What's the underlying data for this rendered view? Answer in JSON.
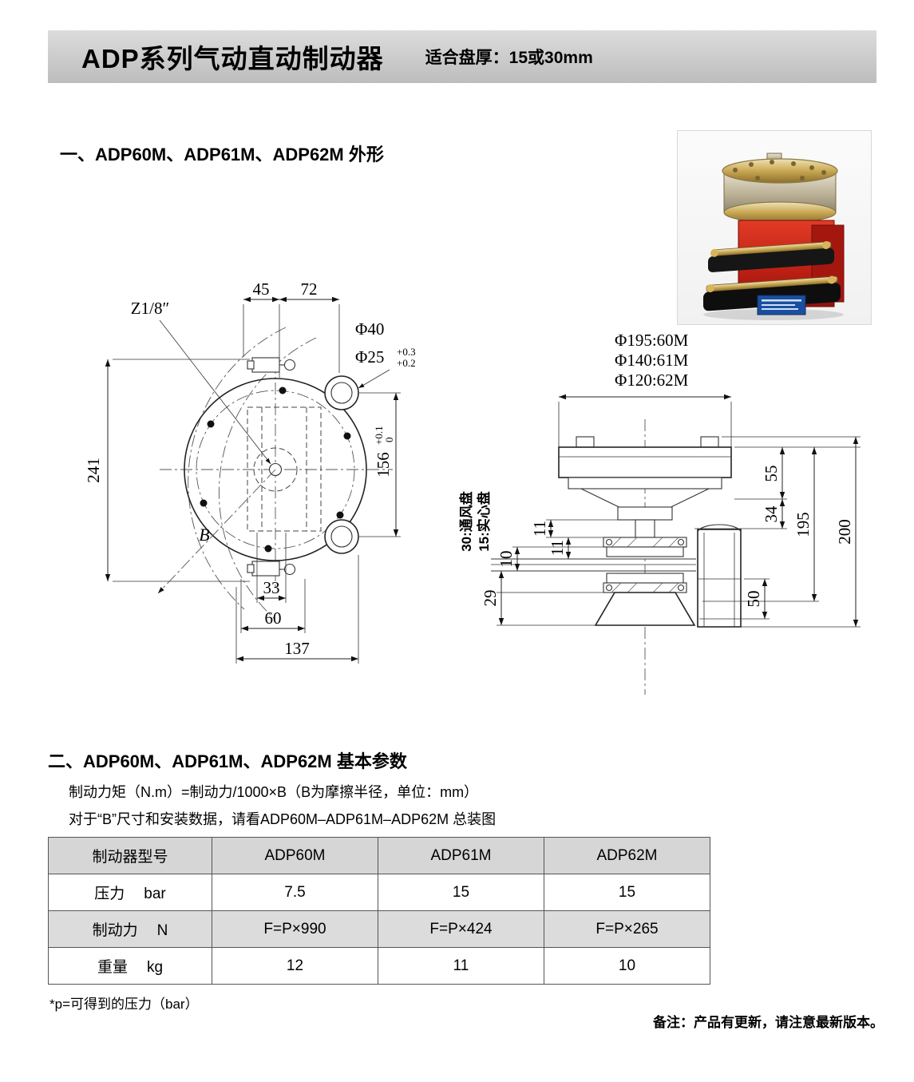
{
  "colors": {
    "brand_red": "#c02318",
    "header_bar_gray": "#cccccc",
    "table_header_gray": "#d6d6d6",
    "table_alt_gray": "#dcdcdc"
  },
  "header": {
    "title": "ADP系列气动直动制动器",
    "subtitle": "适合盘厚：15或30mm"
  },
  "section1": {
    "heading": "一、ADP60M、ADP61M、ADP62M 外形"
  },
  "front_view": {
    "dims": {
      "d45": "45",
      "d72": "72",
      "thread": "Z1/8″",
      "phi40": "Φ40",
      "phi25": "Φ25",
      "t25_u": "+0.3",
      "t25_l": "+0.2",
      "d241": "241",
      "dB": "B",
      "d156": "156",
      "t156_u": "+0.1",
      "t156_l": "0",
      "d33": "33",
      "d60": "60",
      "d137": "137"
    }
  },
  "side_view": {
    "phi195": "Φ195:60M",
    "phi140": "Φ140:61M",
    "phi120": "Φ120:62M",
    "note30": "30:通风盘",
    "note15": "15:实心盘",
    "d55": "55",
    "d34": "34",
    "d195": "195",
    "d200": "200",
    "d50": "50",
    "d11a": "11",
    "d11b": "11",
    "d10": "10",
    "d29": "29"
  },
  "section2": {
    "heading": "二、ADP60M、ADP61M、ADP62M 基本参数",
    "formula": "制动力矩（N.m）=制动力/1000×B（B为摩擦半径，单位：mm）",
    "note": "对于“B”尺寸和安装数据，请看ADP60M–ADP61M–ADP62M 总装图"
  },
  "table": {
    "headers": [
      "制动器型号",
      "ADP60M",
      "ADP61M",
      "ADP62M"
    ],
    "rows": [
      {
        "label": "压力",
        "unit": "bar",
        "values": [
          "7.5",
          "15",
          "15"
        ]
      },
      {
        "label": "制动力",
        "unit": "N",
        "values": [
          "F=P×990",
          "F=P×424",
          "F=P×265"
        ]
      },
      {
        "label": "重量",
        "unit": "kg",
        "values": [
          "12",
          "11",
          "10"
        ]
      }
    ]
  },
  "footnotes": {
    "pressure_note": "*p=可得到的压力（bar）",
    "remark": "备注：产品有更新，请注意最新版本。"
  }
}
